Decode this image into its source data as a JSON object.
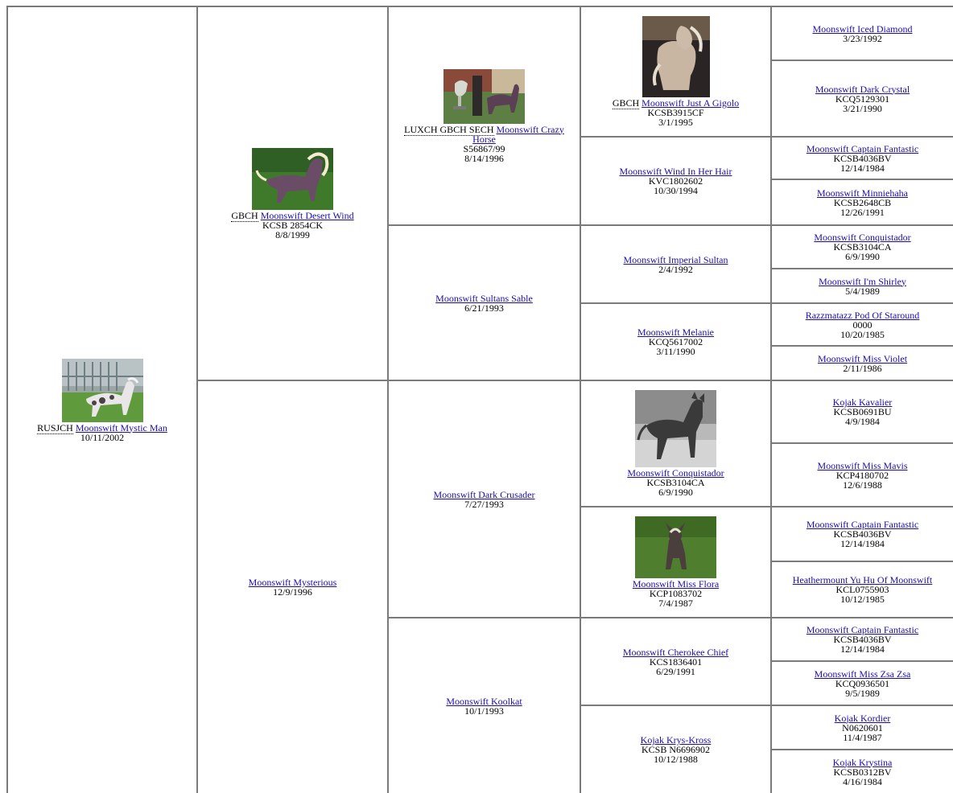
{
  "pedigree": {
    "gen1": {
      "title": "RUSJCH",
      "name": "Moonswift Mystic Man",
      "reg": "",
      "date": "10/11/2002"
    },
    "gen2": [
      {
        "title": "GBCH",
        "name": "Moonswift Desert Wind",
        "reg": "KCSB 2854CK",
        "date": "8/8/1999"
      },
      {
        "title": "",
        "name": "Moonswift Mysterious",
        "reg": "",
        "date": "12/9/1996"
      }
    ],
    "gen3": [
      {
        "title": "LUXCH GBCH SECH",
        "name": "Moonswift Crazy Horse",
        "name_line1": "Moonswift Crazy",
        "name_line2": "Horse",
        "reg": "S56867/99",
        "date": "8/14/1996"
      },
      {
        "title": "",
        "name": "Moonswift Sultans Sable",
        "reg": "",
        "date": "6/21/1993"
      },
      {
        "title": "",
        "name": "Moonswift Dark Crusader",
        "reg": "",
        "date": "7/27/1993"
      },
      {
        "title": "",
        "name": "Moonswift Koolkat",
        "reg": "",
        "date": "10/1/1993"
      }
    ],
    "gen4": [
      {
        "title": "GBCH",
        "name": "Moonswift Just A Gigolo",
        "reg": "KCSB3915CF",
        "date": "3/1/1995"
      },
      {
        "title": "",
        "name": "Moonswift Wind In Her Hair",
        "reg": "KVC1802602",
        "date": "10/30/1994"
      },
      {
        "title": "",
        "name": "Moonswift Imperial Sultan",
        "reg": "",
        "date": "2/4/1992"
      },
      {
        "title": "",
        "name": "Moonswift Melanie",
        "reg": "KCQ5617002",
        "date": "3/11/1990"
      },
      {
        "title": "",
        "name": "Moonswift Conquistador",
        "reg": "KCSB3104CA",
        "date": "6/9/1990"
      },
      {
        "title": "",
        "name": "Moonswift Miss Flora",
        "reg": "KCP1083702",
        "date": "7/4/1987"
      },
      {
        "title": "",
        "name": "Moonswift Cherokee Chief",
        "reg": "KCS1836401",
        "date": "6/29/1991"
      },
      {
        "title": "",
        "name": "Kojak Krys-Kross",
        "reg": "KCSB N6696902",
        "date": "10/12/1988"
      }
    ],
    "gen5": [
      {
        "name": "Moonswift Iced Diamond",
        "reg": "",
        "date": "3/23/1992"
      },
      {
        "name": "Moonswift Dark Crystal",
        "reg": "KCQ5129301",
        "date": "3/21/1990"
      },
      {
        "name": "Moonswift Captain Fantastic",
        "reg": "KCSB4036BV",
        "date": "12/14/1984"
      },
      {
        "name": "Moonswift Minniehaha",
        "reg": "KCSB2648CB",
        "date": "12/26/1991"
      },
      {
        "name": "Moonswift Conquistador",
        "reg": "KCSB3104CA",
        "date": "6/9/1990"
      },
      {
        "name": "Moonswift I'm Shirley",
        "reg": "",
        "date": "5/4/1989"
      },
      {
        "name": "Razzmatazz Pod Of Staround",
        "reg": "0000",
        "date": "10/20/1985"
      },
      {
        "name": "Moonswift Miss Violet",
        "reg": "",
        "date": "2/11/1986"
      },
      {
        "name": "Kojak Kavalier",
        "reg": "KCSB0691BU",
        "date": "4/9/1984"
      },
      {
        "name": "Moonswift Miss Mavis",
        "reg": "KCP4180702",
        "date": "12/6/1988"
      },
      {
        "name": "Moonswift Captain Fantastic",
        "reg": "KCSB4036BV",
        "date": "12/14/1984"
      },
      {
        "name": "Heathermount Yu Hu Of Moonswift",
        "reg": "KCL0755903",
        "date": "10/12/1985"
      },
      {
        "name": "Moonswift Captain Fantastic",
        "reg": "KCSB4036BV",
        "date": "12/14/1984"
      },
      {
        "name": "Moonswift Miss Zsa Zsa",
        "reg": "KCQ0936501",
        "date": "9/5/1989"
      },
      {
        "name": "Kojak Kordier",
        "reg": "N0620601",
        "date": "11/4/1987"
      },
      {
        "name": "Kojak Krystina",
        "reg": "KCSB0312BV",
        "date": "4/16/1984"
      }
    ]
  },
  "colors": {
    "link": "#1a0dab",
    "border": "#7a7a7a"
  }
}
